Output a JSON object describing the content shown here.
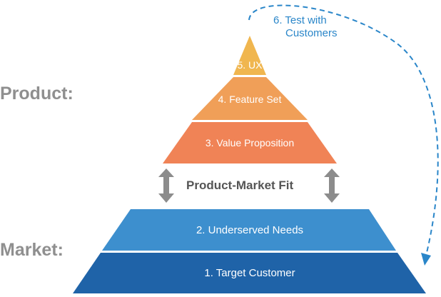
{
  "side_labels": {
    "product": "Product:",
    "market": "Market:"
  },
  "fit_label": "Product-Market Fit",
  "test_note": {
    "line1": "6. Test with",
    "line2": "Customers"
  },
  "tiers": [
    {
      "label": "5. UX",
      "color": "#f0b64f"
    },
    {
      "label": "4. Feature Set",
      "color": "#f09f58"
    },
    {
      "label": "3. Value Proposition",
      "color": "#f08356"
    },
    {
      "label": "2. Underserved Needs",
      "color": "#3d8fce"
    },
    {
      "label": "1. Target Customer",
      "color": "#1f63a8"
    }
  ],
  "colors": {
    "side_label": "#8f8f8f",
    "fit_label": "#555555",
    "arrows": "#8c8c8c",
    "dashed_arrow": "#2a86c9"
  },
  "icons": {
    "fit_arrows": "double-headed-arrow-icon",
    "test_arrow": "dashed-curved-arrow-icon"
  }
}
